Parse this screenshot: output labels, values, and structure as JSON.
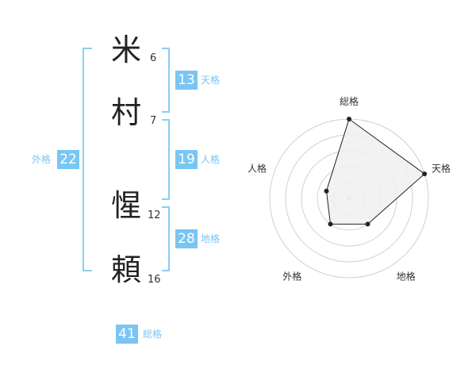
{
  "name": {
    "chars": [
      {
        "char": "米",
        "strokes": "6"
      },
      {
        "char": "村",
        "strokes": "7"
      },
      {
        "char": "惺",
        "strokes": "12"
      },
      {
        "char": "頼",
        "strokes": "16"
      }
    ]
  },
  "kaku": {
    "tenkaku": {
      "value": "13",
      "label": "天格"
    },
    "jinkaku": {
      "value": "19",
      "label": "人格"
    },
    "chikaku": {
      "value": "28",
      "label": "地格"
    },
    "gaikaku": {
      "value": "22",
      "label": "外格"
    },
    "soukaku": {
      "value": "41",
      "label": "総格"
    }
  },
  "chart_data": {
    "type": "radar",
    "axes": [
      "総格",
      "天格",
      "地格",
      "外格",
      "人格"
    ],
    "rings": 5,
    "values": [
      5,
      5,
      2,
      2,
      1.5
    ],
    "max": 5,
    "colors": {
      "fill": "#f0f0f0",
      "line": "#222222",
      "ring": "#d0d0d0",
      "center": "#cccccc"
    }
  }
}
